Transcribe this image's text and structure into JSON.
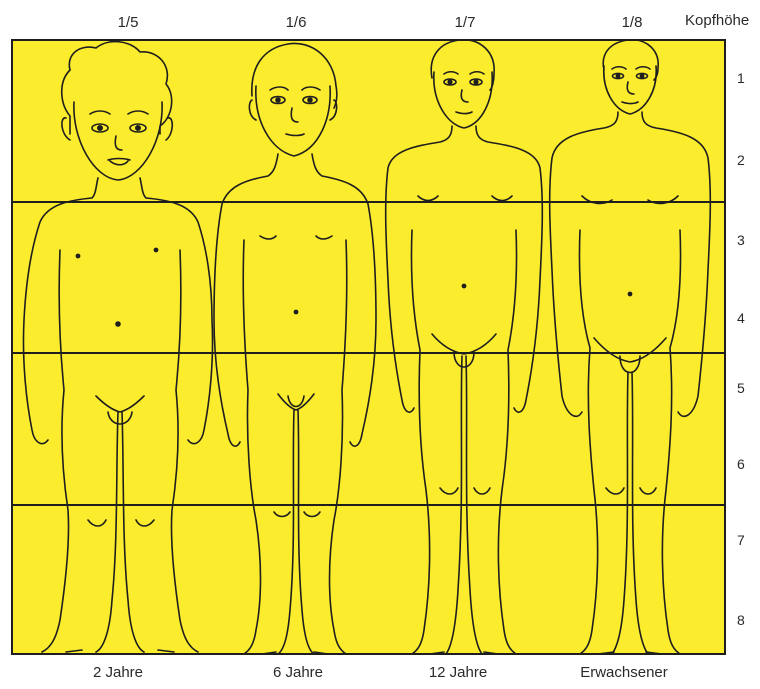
{
  "figure": {
    "unit_label": "Kopfhöhe",
    "colors": {
      "background": "#fbec2e",
      "line": "#1e1e1e",
      "paper": "#ffffff"
    },
    "figures": [
      {
        "age": "2 Jahre",
        "ratio": "1/5",
        "head_heights": 5
      },
      {
        "age": "6 Jahre",
        "ratio": "1/6",
        "head_heights": 6
      },
      {
        "age": "12 Jahre",
        "ratio": "1/7",
        "head_heights": 7
      },
      {
        "age": "Erwachsener",
        "ratio": "1/8",
        "head_heights": 8
      }
    ],
    "row_numbers": [
      "1",
      "2",
      "3",
      "4",
      "5",
      "6",
      "7",
      "8"
    ]
  }
}
